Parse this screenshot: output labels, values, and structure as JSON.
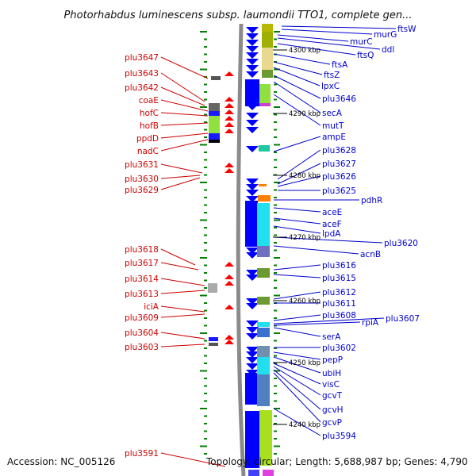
{
  "header": {
    "title": "Photorhabdus luminescens subsp. laumondii TTO1, complete gen..."
  },
  "footer": {
    "accession": "Accession: NC_005126",
    "summary": "Topology: circular; Length: 5,688,987 bp; Genes: 4,790"
  },
  "map": {
    "colors": {
      "minus_strand_label": "#cc0000",
      "plus_strand_label": "#0000cc",
      "minus_arrow": "#ff0000",
      "plus_arrow": "#0000ff",
      "scale_tick": "#008000",
      "backbone": "#808080"
    },
    "positions": [
      "4300 kbp",
      "4290 kbp",
      "4280 kbp",
      "4270 kbp",
      "4260 kbp",
      "4250 kbp",
      "4240 kbp"
    ],
    "left_genes": [
      "plu3647",
      "plu3643",
      "plu3642",
      "coaE",
      "hofC",
      "hofB",
      "ppdD",
      "nadC",
      "plu3631",
      "plu3630",
      "plu3629",
      "plu3618",
      "plu3617",
      "plu3614",
      "plu3613",
      "iciA",
      "plu3609",
      "plu3604",
      "plu3603",
      "plu3591"
    ],
    "right_genes": [
      "ftsW",
      "murG",
      "murC",
      "ddl",
      "ftsQ",
      "ftsA",
      "ftsZ",
      "lpxC",
      "plu3646",
      "secA",
      "mutT",
      "ampE",
      "plu3628",
      "plu3627",
      "plu3626",
      "plu3625",
      "pdhR",
      "aceE",
      "aceF",
      "lpdA",
      "plu3620",
      "acnB",
      "plu3616",
      "plu3615",
      "plu3612",
      "plu3611",
      "plu3608",
      "plu3607",
      "rpiA",
      "serA",
      "plu3602",
      "pepP",
      "ubiH",
      "visC",
      "gcvT",
      "gcvH",
      "gcvP",
      "plu3594"
    ]
  }
}
